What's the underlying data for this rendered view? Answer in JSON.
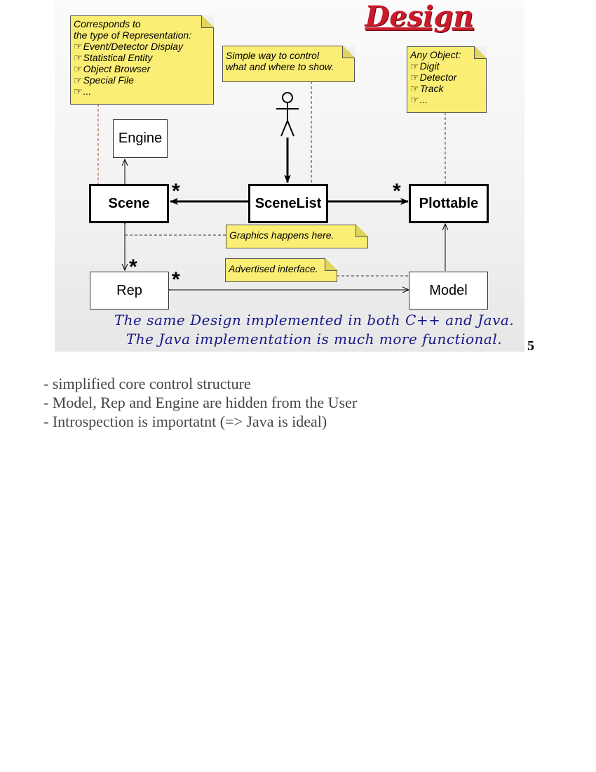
{
  "title": "Design",
  "notes": {
    "representation": {
      "heading": [
        "Corresponds to",
        "the type of Representation:"
      ],
      "items": [
        "Event/Detector Display",
        "Statistical Entity",
        "Object Browser",
        "Special File",
        "..."
      ]
    },
    "control": {
      "lines": [
        "Simple way to control",
        "what and where to show."
      ]
    },
    "any_object": {
      "heading": "Any Object:",
      "items": [
        "Digit",
        "Detector",
        "Track",
        "..."
      ]
    },
    "graphics": "Graphics happens here.",
    "advertised": "Advertised interface."
  },
  "boxes": {
    "engine": "Engine",
    "scene": "Scene",
    "scenelist": "SceneList",
    "plottable": "Plottable",
    "rep": "Rep",
    "model": "Model"
  },
  "multiplicity": "*",
  "caption": [
    "The same Design implemented in both C++ and Java.",
    "The Java implementation is much more functional."
  ],
  "page_number": "5",
  "bullets": [
    "- simplified core control structure",
    "- Model, Rep and Engine are hidden from the User",
    "- Introspection is importatnt (=> Java is ideal)"
  ],
  "colors": {
    "title": "#cc1a2a",
    "note": "#fbee74",
    "caption": "#1a1a88",
    "note_line": "#c0392b"
  }
}
